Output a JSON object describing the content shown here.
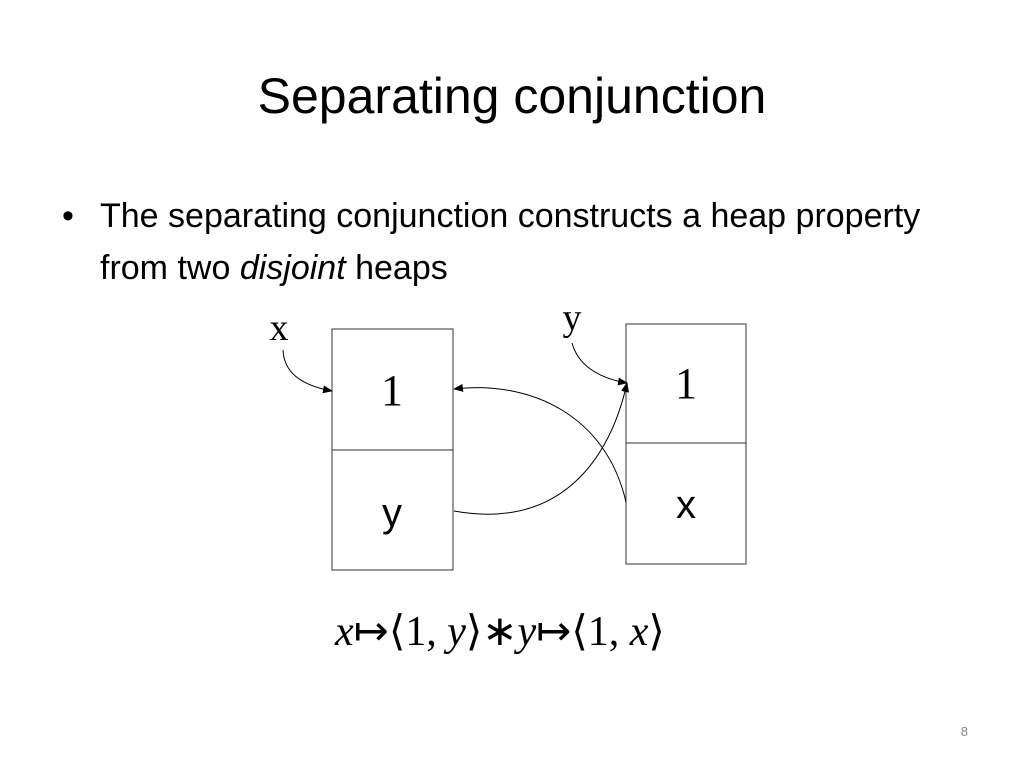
{
  "slide": {
    "title": "Separating conjunction",
    "bullet": {
      "marker": "•",
      "text_before": "The separating conjunction constructs a heap property from two ",
      "text_emphasis": "disjoint",
      "text_after": " heaps"
    },
    "page_number": "8"
  },
  "diagram": {
    "left_pointer_label": "x",
    "right_pointer_label": "y",
    "left_cell": {
      "top": "1",
      "bottom": "y"
    },
    "right_cell": {
      "top": "1",
      "bottom": "x"
    }
  },
  "formula": {
    "var1": "x",
    "maps1": "↦",
    "open1": "⟨",
    "val1": "1, ",
    "ref1": "y",
    "close1": "⟩",
    "star": "∗",
    "var2": "y",
    "maps2": "↦",
    "open2": "⟨",
    "val2": "1, ",
    "ref2": "x",
    "close2": "⟩"
  }
}
